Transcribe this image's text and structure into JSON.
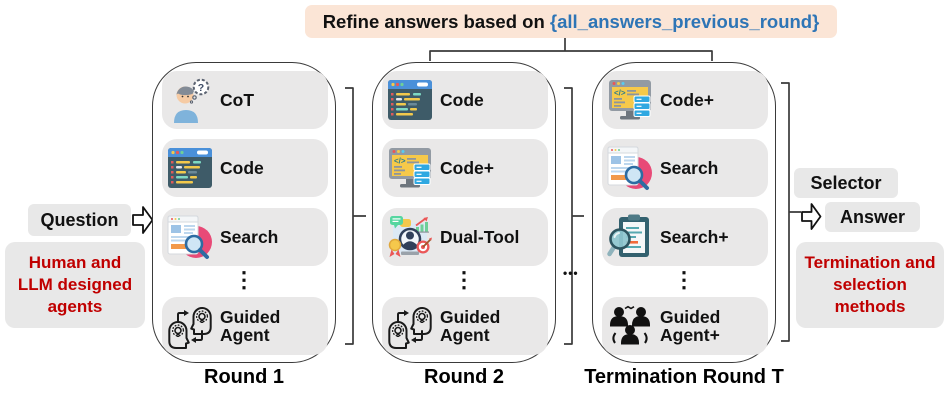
{
  "title": {
    "prefix": "Refine answers based on ",
    "variable": "{all_answers_previous_round}"
  },
  "input": {
    "question_label": "Question",
    "note": "Human and LLM designed agents"
  },
  "output": {
    "selector_label": "Selector",
    "answer_label": "Answer",
    "note": "Termination and selection methods"
  },
  "rounds": [
    {
      "label": "Round 1",
      "ellipsis": "⋮",
      "items": [
        {
          "icon": "cot-icon",
          "label": "CoT"
        },
        {
          "icon": "code-icon",
          "label": "Code"
        },
        {
          "icon": "search-icon",
          "label": "Search"
        },
        {
          "icon": "guided-agent-icon",
          "label": "Guided Agent"
        }
      ]
    },
    {
      "label": "Round 2",
      "ellipsis": "⋮",
      "items": [
        {
          "icon": "code-icon",
          "label": "Code"
        },
        {
          "icon": "code-plus-icon",
          "label": "Code+"
        },
        {
          "icon": "dual-tool-icon",
          "label": "Dual-Tool"
        },
        {
          "icon": "guided-agent-icon",
          "label": "Guided Agent"
        }
      ]
    },
    {
      "label": "Termination Round T",
      "ellipsis": "⋮",
      "items": [
        {
          "icon": "code-plus-icon",
          "label": "Code+"
        },
        {
          "icon": "search-icon",
          "label": "Search"
        },
        {
          "icon": "search-plus-icon",
          "label": "Search+"
        },
        {
          "icon": "guided-agent-plus-icon",
          "label": "Guided Agent+"
        }
      ]
    }
  ],
  "between_rounds_ellipsis": "•••",
  "colors": {
    "title_bg": "#FBE5D6",
    "title_variable_text": "#2E75B6",
    "note_text": "#C00000",
    "pill_bg": "#E8E8E8",
    "tile_bg": "#E9E8E8",
    "outline": "#3A3A3A"
  }
}
